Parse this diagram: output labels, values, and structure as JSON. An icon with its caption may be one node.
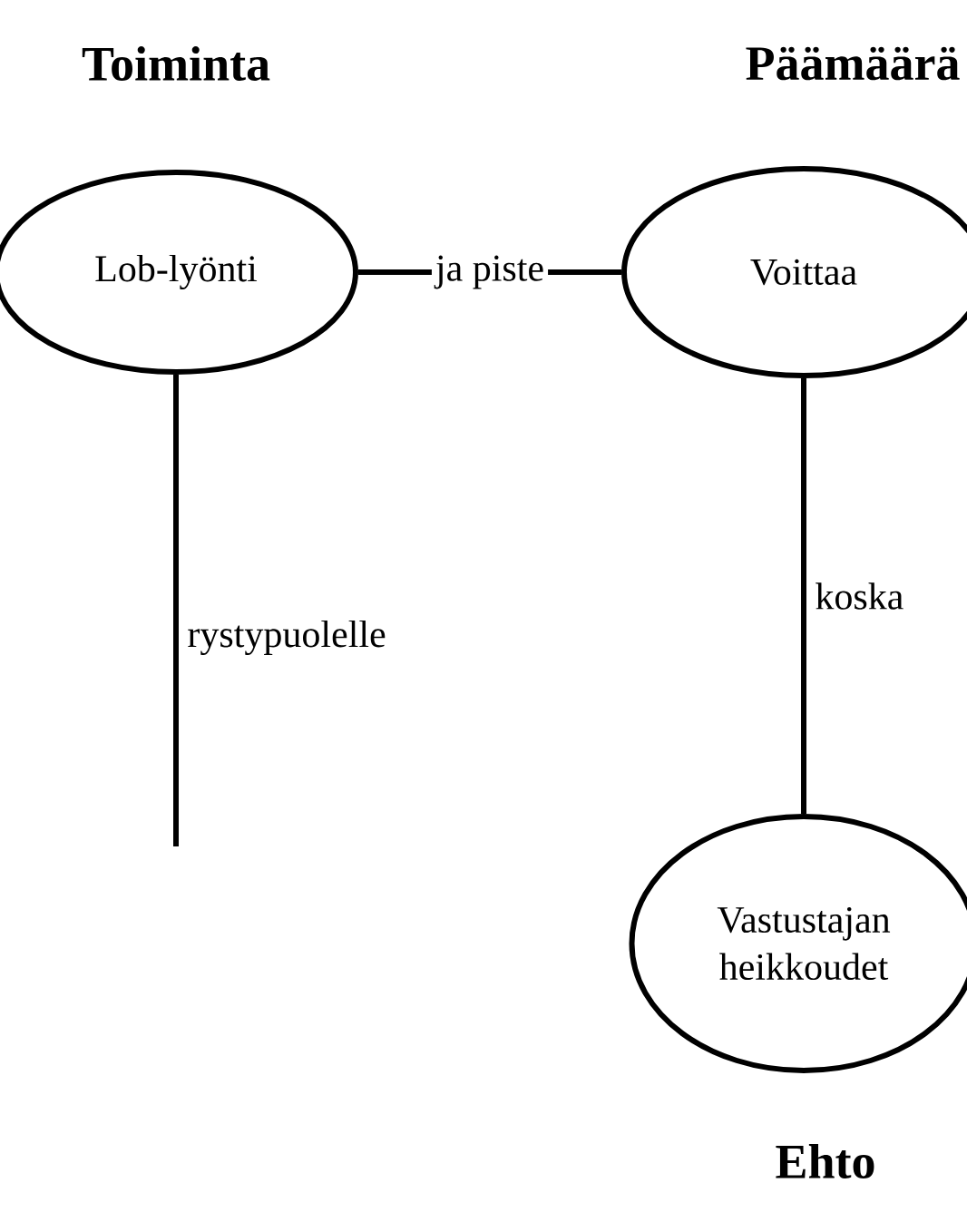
{
  "diagram": {
    "nodes": [
      {
        "text": [
          "Lob-lyönti"
        ]
      },
      {
        "text": [
          "Voittaa"
        ]
      },
      {
        "text": [
          "Vastustajan heikkoudet"
        ]
      }
    ],
    "edges": [
      {
        "from": 0,
        "to": 1,
        "arrow": "none",
        "label": "ja piste"
      },
      {
        "from": 0,
        "to": null,
        "arrow": "none",
        "label": "rystypuolelle"
      },
      {
        "from": 1,
        "to": 2,
        "arrow": "none",
        "label": "koska"
      }
    ],
    "labels": [
      "Toiminta",
      "Päämäärä",
      "Ehto"
    ]
  }
}
